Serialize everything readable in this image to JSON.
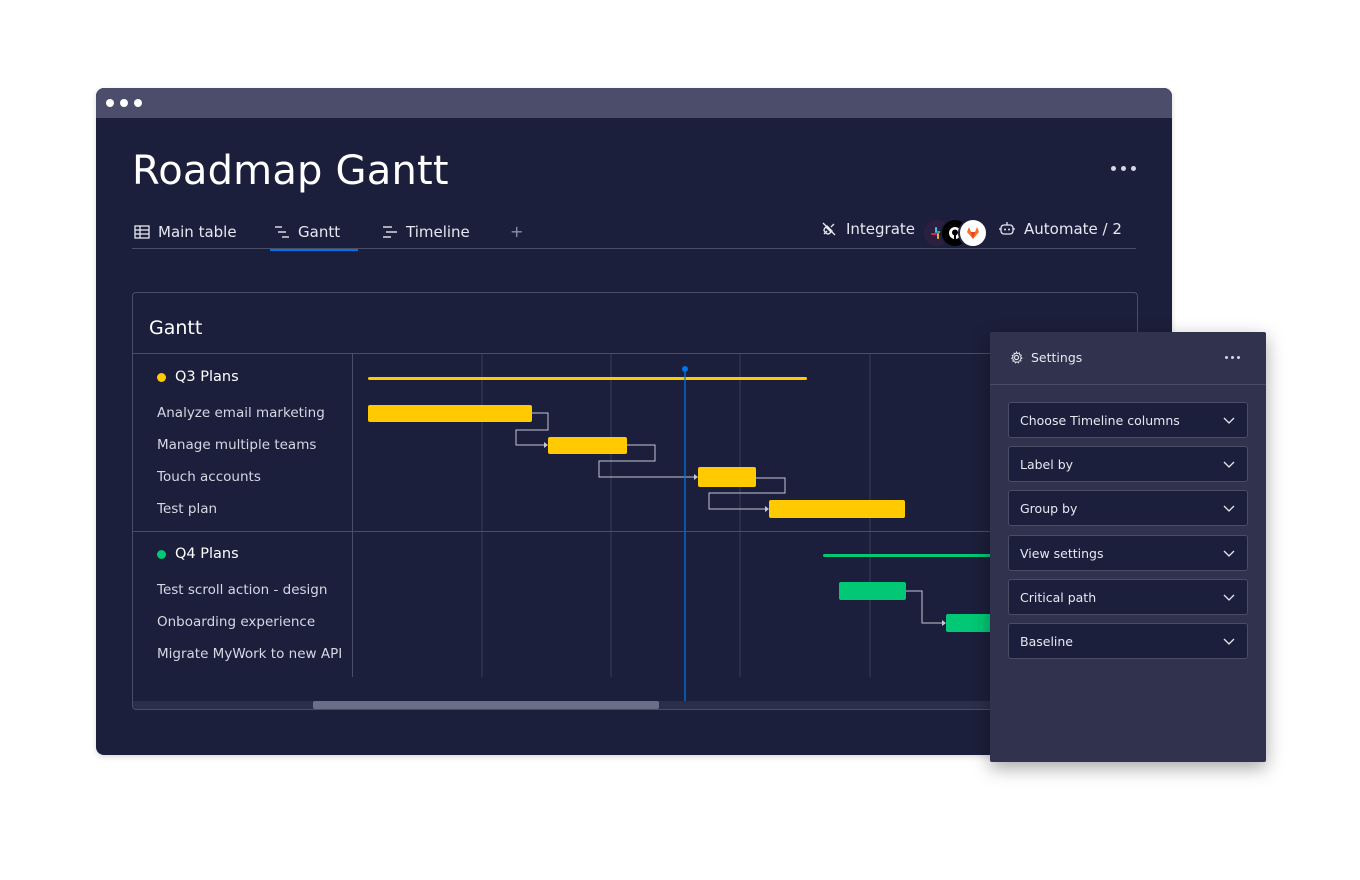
{
  "app": {
    "title": "Roadmap Gantt"
  },
  "tabs": [
    {
      "label": "Main table",
      "icon": "table-icon"
    },
    {
      "label": "Gantt",
      "icon": "gantt-icon",
      "active": true
    },
    {
      "label": "Timeline",
      "icon": "timeline-icon"
    }
  ],
  "toolbar": {
    "add_tab": "+",
    "integrate_label": "Integrate",
    "automate_label": "Automate / 2",
    "integration_logos": [
      "slack-icon",
      "github-icon",
      "gitlab-icon"
    ]
  },
  "gantt": {
    "title": "Gantt",
    "groups": [
      {
        "name": "Q3 Plans",
        "color": "#ffcb00",
        "tasks": [
          "Analyze email marketing",
          "Manage multiple teams",
          "Touch accounts",
          "Test plan"
        ]
      },
      {
        "name": "Q4 Plans",
        "color": "#00c875",
        "tasks": [
          "Test scroll action - design",
          "Onboarding experience",
          "Migrate MyWork to new API"
        ]
      }
    ]
  },
  "settings": {
    "title": "Settings",
    "dropdowns": [
      "Choose Timeline columns",
      "Label by",
      "Group by",
      "View settings",
      "Critical path",
      "Baseline"
    ]
  },
  "colors": {
    "accent": "#0073ea",
    "background": "#1c1f3b",
    "q3": "#ffcb00",
    "q4": "#00c875"
  }
}
